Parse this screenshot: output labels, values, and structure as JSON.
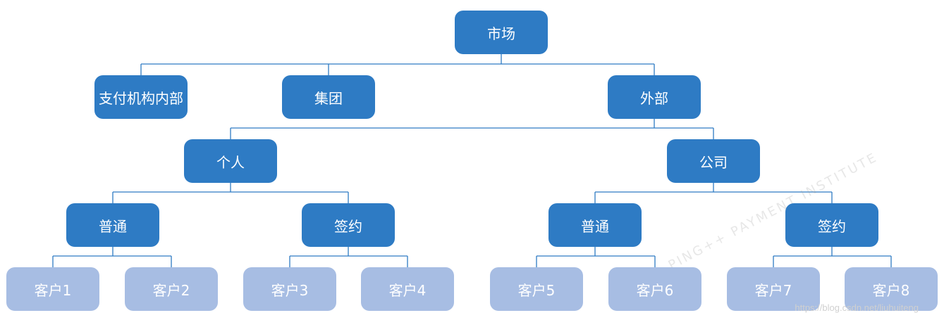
{
  "diagram": {
    "root": "市场",
    "level1": [
      "支付机构内部",
      "集团",
      "外部"
    ],
    "level2": [
      "个人",
      "公司"
    ],
    "level3": [
      "普通",
      "签约",
      "普通",
      "签约"
    ],
    "leaves": [
      "客户1",
      "客户2",
      "客户3",
      "客户4",
      "客户5",
      "客户6",
      "客户7",
      "客户8"
    ]
  },
  "colors": {
    "primary": "#2e7bc4",
    "leaf": "#a7bde3",
    "line": "#2e7bc4"
  },
  "watermark": {
    "text": "PING++ PAYMENT INSTITUTE",
    "url": "https://blog.csdn.net/liuhuiteng"
  }
}
